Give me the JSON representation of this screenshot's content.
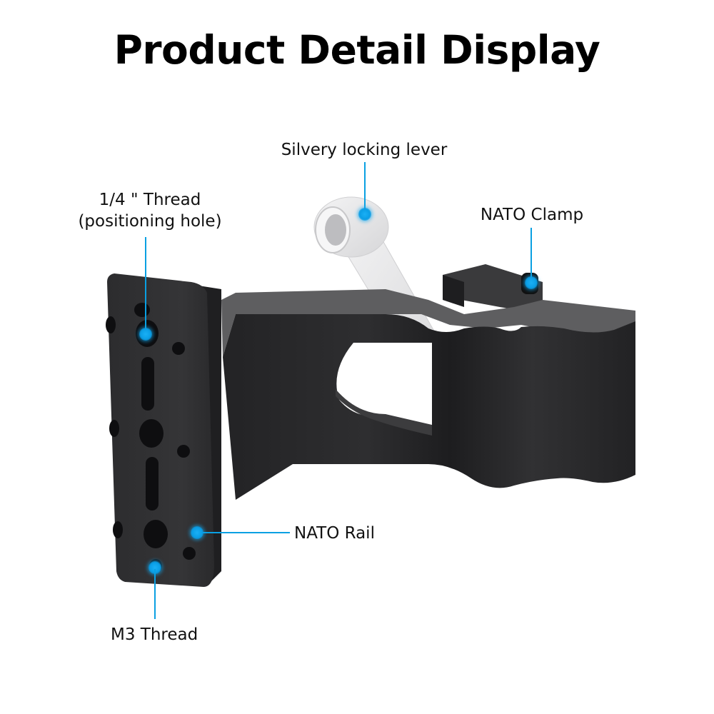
{
  "title": "Product Detail Display",
  "accent_color": "#0aa0e2",
  "product": {
    "body_color": "#2a2a2c",
    "top_surface_color": "#5e5e60",
    "lever_color": "#e8e8ea"
  },
  "callouts": {
    "lever": {
      "label": "Silvery locking lever"
    },
    "thread_quarter": {
      "line1": "1/4 \" Thread",
      "line2": "(positioning hole)"
    },
    "nato_clamp": {
      "label": "NATO Clamp"
    },
    "nato_rail": {
      "label": "NATO Rail"
    },
    "m3_thread": {
      "label": "M3 Thread"
    }
  }
}
